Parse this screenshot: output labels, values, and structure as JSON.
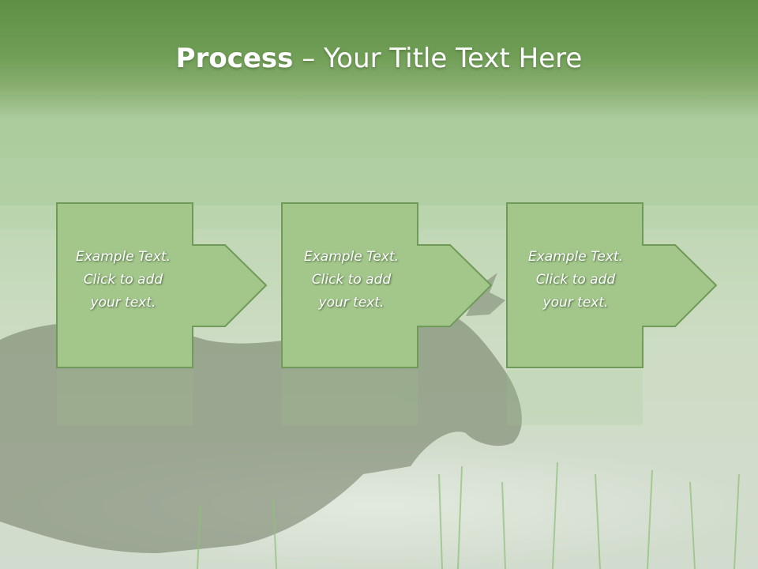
{
  "slide": {
    "title_bold": "Process",
    "title_sep": " – ",
    "title_rest": "Your Title Text Here",
    "steps": [
      {
        "line1": "Example Text.",
        "line2": "Click  to add",
        "line3": "your text."
      },
      {
        "line1": "Example Text.",
        "line2": "Click  to add",
        "line3": "your text."
      },
      {
        "line1": "Example Text.",
        "line2": "Click  to add",
        "line3": "your text."
      }
    ]
  },
  "colors": {
    "header_green": "#6a9a50",
    "box_fill": "#a3c68b",
    "box_stroke": "#6f9a58",
    "text": "#ffffff"
  }
}
